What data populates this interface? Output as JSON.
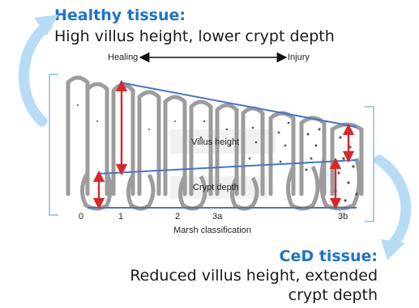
{
  "healthy": {
    "title": "Healthy tissue:",
    "description": "High villus height, lower crypt depth"
  },
  "axis": {
    "left_label": "Healing",
    "right_label": "Injury"
  },
  "regions": {
    "villus": "Villus height",
    "crypt": "Crypt depth"
  },
  "marsh": {
    "stages": [
      "0",
      "1",
      "2",
      "3a",
      "3b"
    ],
    "label": "Marsh classification"
  },
  "ced": {
    "title": "CeD tissue:",
    "line1": "Reduced villus height, extended",
    "line2": "crypt depth"
  },
  "colors": {
    "title_blue": "#1f73c6",
    "arrow_blue": "#b9dcf5",
    "line_blue": "#4a74c9",
    "marker_red": "#d62828",
    "tissue": "#a9a9a9"
  }
}
